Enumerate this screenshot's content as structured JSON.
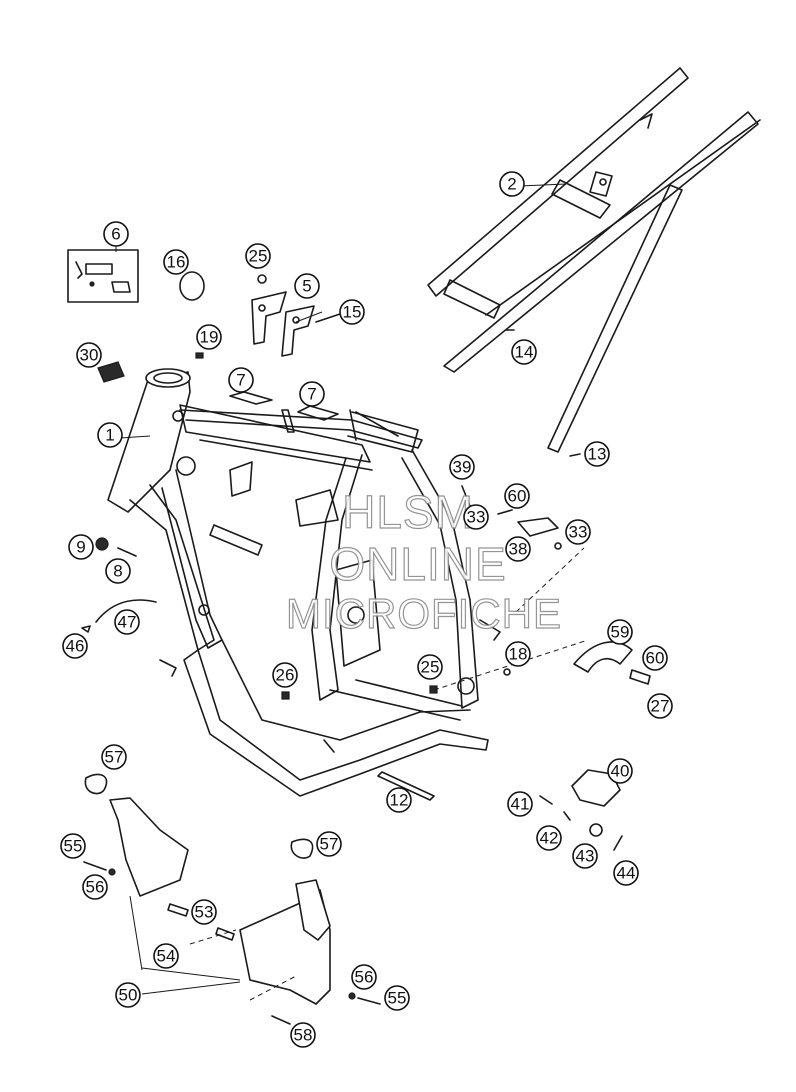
{
  "diagram": {
    "callouts": [
      "1",
      "2",
      "5",
      "6",
      "7",
      "7",
      "8",
      "9",
      "12",
      "13",
      "14",
      "15",
      "16",
      "18",
      "19",
      "25",
      "25",
      "26",
      "27",
      "30",
      "33",
      "33",
      "38",
      "39",
      "40",
      "41",
      "42",
      "43",
      "44",
      "46",
      "47",
      "50",
      "53",
      "54",
      "55",
      "55",
      "56",
      "56",
      "57",
      "57",
      "58",
      "59",
      "60",
      "60"
    ]
  },
  "watermark": {
    "line1": "HLSM",
    "line2": "ONLINE",
    "line3": "MICROFICHE"
  }
}
